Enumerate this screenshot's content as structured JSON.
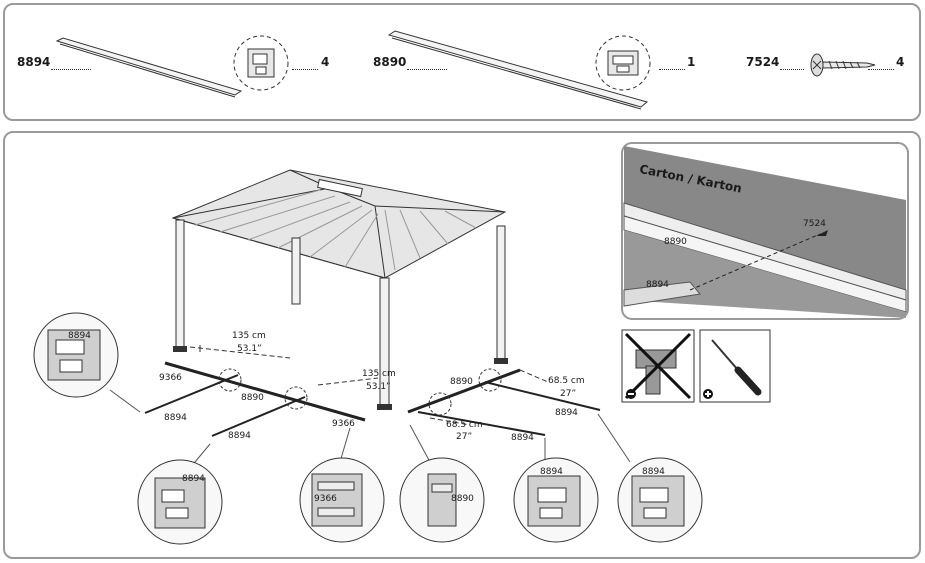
{
  "parts": [
    {
      "code": "8894",
      "qty": "4"
    },
    {
      "code": "8890",
      "qty": "1"
    },
    {
      "code": "7524",
      "qty": "4"
    }
  ],
  "inset": {
    "title": "Carton / Karton",
    "labels": {
      "screw": "7524",
      "rail": "8890",
      "beam": "8894"
    }
  },
  "dimensions": {
    "d1_cm": "135 cm",
    "d1_in": "53.1”",
    "d2_cm": "135 cm",
    "d2_in": "53.1”",
    "d3_cm": "68.5 cm",
    "d3_in": "27”",
    "d4_cm": "68.5 cm",
    "d4_in": "27”"
  },
  "diagram_labels": {
    "l9366a": "9366",
    "l8894a": "8894",
    "l8890a": "8890",
    "l8894b": "8894",
    "l9366b": "9366",
    "l8890b": "8890",
    "l8894c": "8894",
    "l8894d": "8894"
  },
  "details": {
    "d_left": "8894",
    "d1": "8894",
    "d2": "9366",
    "d3": "8890",
    "d4": "8894",
    "d_right": "8894"
  },
  "tools": {
    "no_drill": "no-power-drill-icon",
    "screwdriver": "phillips-screwdriver-icon"
  }
}
